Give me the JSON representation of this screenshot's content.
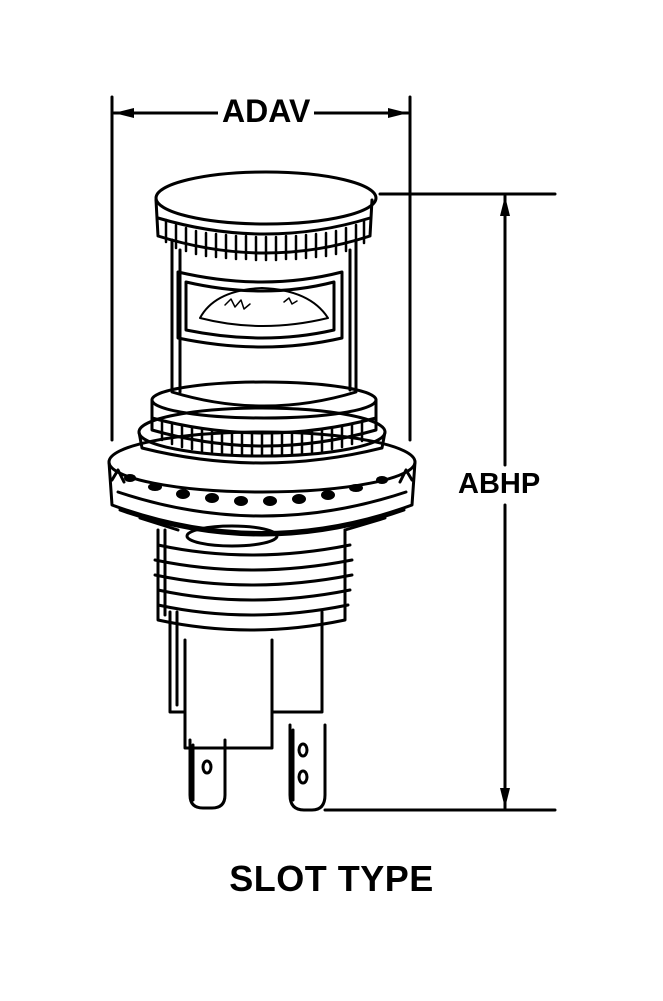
{
  "dimensions": {
    "width_label": "ADAV",
    "height_label": "ABHP"
  },
  "caption": "SLOT TYPE",
  "colors": {
    "line": "#000000",
    "background": "#ffffff"
  }
}
